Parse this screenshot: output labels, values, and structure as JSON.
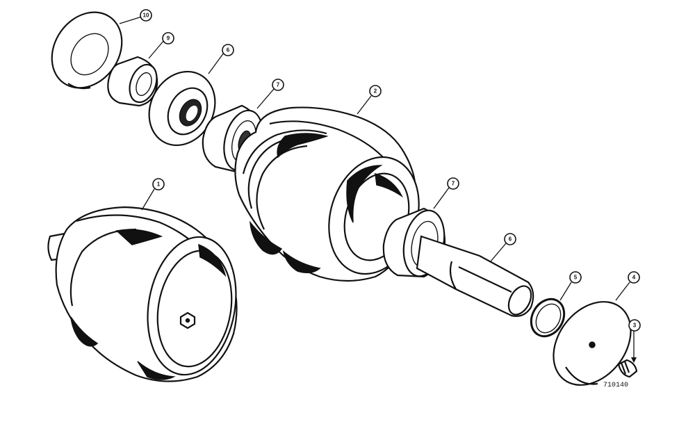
{
  "diagram": {
    "reference_number": "710140",
    "callouts": [
      {
        "id": "1",
        "label": "1"
      },
      {
        "id": "2",
        "label": "2"
      },
      {
        "id": "3",
        "label": "3"
      },
      {
        "id": "4",
        "label": "4"
      },
      {
        "id": "5",
        "label": "5"
      },
      {
        "id": "6",
        "label": "6"
      },
      {
        "id": "7a",
        "label": "7"
      },
      {
        "id": "7b",
        "label": "7"
      },
      {
        "id": "9",
        "label": "9"
      },
      {
        "id": "10",
        "label": "10"
      }
    ]
  }
}
